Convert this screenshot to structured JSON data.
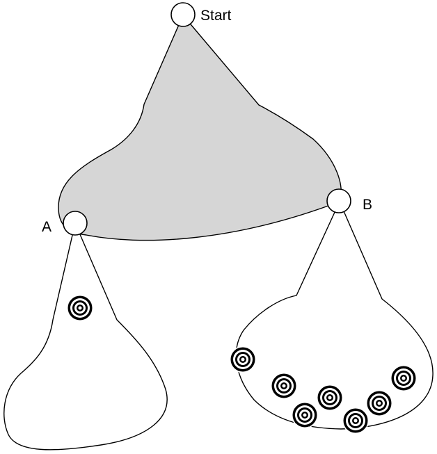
{
  "nodes": {
    "start": {
      "label": "Start"
    },
    "a": {
      "label": "A"
    },
    "b": {
      "label": "B"
    }
  },
  "colors": {
    "top_region_fill": "#d6d6d6",
    "region_fill": "#ffffff",
    "stroke": "#000000",
    "target_ring_dark": "#000000",
    "target_ring_light": "#ffffff"
  },
  "targets": {
    "region_a_count": 1,
    "region_b_count": 7,
    "icon": "bullseye-target-icon"
  }
}
